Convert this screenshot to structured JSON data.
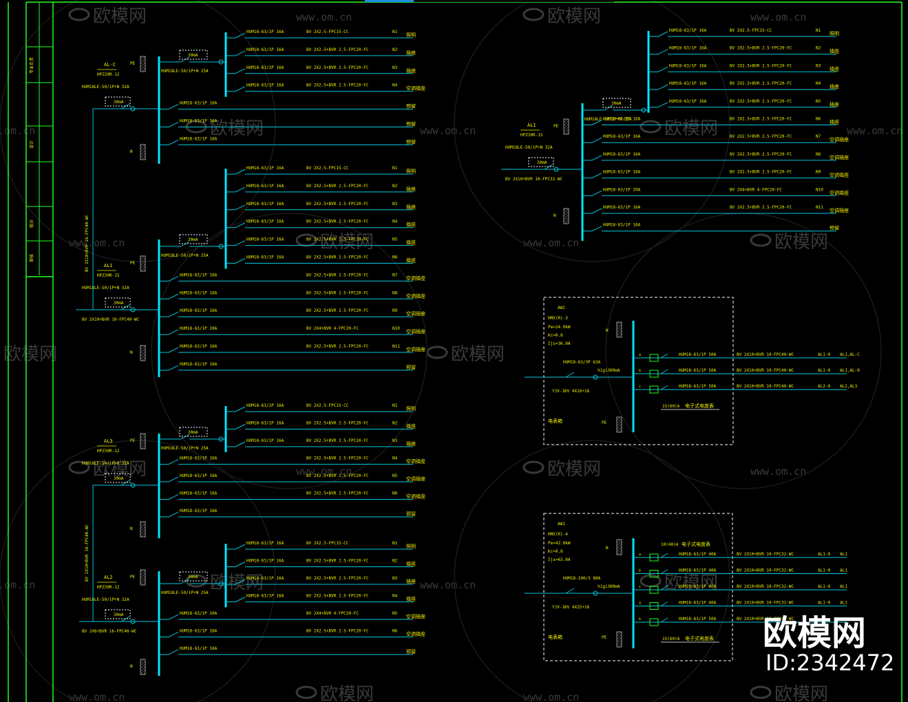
{
  "colors": {
    "background": "#000000",
    "frame": "#22ff22",
    "bus": "#00e5ff",
    "line": "#00c8e0",
    "text": "#f0f000",
    "pe_block": "#999999",
    "watermark": "#3a3a3a",
    "dashed_box": "#ffffff"
  },
  "title_block": {
    "cells": [
      "专业负责",
      "设计",
      "校对",
      "审核"
    ]
  },
  "watermark": {
    "brand": "欧模网",
    "url": "www.om.cn"
  },
  "corner_brand": {
    "name": "欧模网",
    "id": "ID:2342472"
  },
  "panels": [
    {
      "name": "AL-C",
      "model": "HPZ20R-12",
      "main_breaker": "HUM18LE-50/1P+N 32A",
      "rcd": "30mA",
      "incoming_cable": "",
      "rcd_breaker": "HUM18LE-50/1P+N 25A",
      "circuits": [
        {
          "breaker": "HUM18-63/1P 16A",
          "cable": "BV 2X2.5-FPC15-CC",
          "no": "N1",
          "load": "照明"
        },
        {
          "breaker": "HUM18-63/1P 16A",
          "cable": "BV 2X2.5+BVR 2.5-FPC20-FC",
          "no": "N2",
          "load": "插座"
        },
        {
          "breaker": "HUM18-63/1P 16A",
          "cable": "BV 2X2.5+BVR 2.5-FPC20-FC",
          "no": "N3",
          "load": "插座"
        },
        {
          "breaker": "HUM18-63/1P 16A",
          "cable": "BV 2X2.5+BVR 2.5-FPC20-FC",
          "no": "N4",
          "load": "空调插座"
        },
        {
          "breaker": "HUM18-63/1P 16A",
          "cable": "",
          "no": "",
          "load": "预留"
        },
        {
          "breaker": "HUM18-63/1P 16A",
          "cable": "",
          "no": "",
          "load": "预留"
        },
        {
          "breaker": "HUM18-63/1P 16A",
          "cable": "",
          "no": "",
          "load": "预留"
        }
      ]
    },
    {
      "name": "AL1",
      "model": "HPZ30R-15",
      "main_breaker": "HUM18LE-50/1P+N 32A",
      "rcd": "30mA",
      "incoming_cable": "BV 2X10+BVR 10-FPC40-WC",
      "rcd_breaker": "HUM18LE-50/1P+N 25A",
      "circuits": [
        {
          "breaker": "HUM18-63/1P 16A",
          "cable": "BV 2X2.5-FPC15-CC",
          "no": "N1",
          "load": "照明"
        },
        {
          "breaker": "HUM18-63/1P 16A",
          "cable": "BV 2X2.5+BVR 2.5-FPC20-FC",
          "no": "N2",
          "load": "插座"
        },
        {
          "breaker": "HUM18-63/1P 16A",
          "cable": "BV 2X2.5+BVR 2.5-FPC20-FC",
          "no": "N3",
          "load": "插座"
        },
        {
          "breaker": "HUM18-63/1P 16A",
          "cable": "BV 2X2.5+BVR 2.5-FPC20-FC",
          "no": "N4",
          "load": "插座"
        },
        {
          "breaker": "HUM18-63/1P 16A",
          "cable": "BV 2X2.5+BVR 2.5-FPC20-FC",
          "no": "N5",
          "load": "插座"
        },
        {
          "breaker": "HUM18-63/1P 16A",
          "cable": "BV 2X2.5+BVR 2.5-FPC20-FC",
          "no": "N6",
          "load": "插座"
        },
        {
          "breaker": "HUM18-63/1P 16A",
          "cable": "BV 2X2.5+BVR 2.5-FPC20-FC",
          "no": "N7",
          "load": "空调插座"
        },
        {
          "breaker": "HUM18-63/1P 16A",
          "cable": "BV 2X2.5+BVR 2.5-FPC20-FC",
          "no": "N8",
          "load": "空调插座"
        },
        {
          "breaker": "HUM18-63/1P 16A",
          "cable": "BV 2X2.5+BVR 2.5-FPC20-FC",
          "no": "N9",
          "load": "空调插座"
        },
        {
          "breaker": "HUM18-63/1P 20A",
          "cable": "BV 2X4+BVR 4-FPC20-FC",
          "no": "N10",
          "load": "空调插座"
        },
        {
          "breaker": "HUM18-63/1P 16A",
          "cable": "BV 2X2.5+BVR 2.5-FPC20-FC",
          "no": "N11",
          "load": "空调插座"
        },
        {
          "breaker": "HUM18-63/1P 16A",
          "cable": "",
          "no": "",
          "load": "预留"
        }
      ]
    },
    {
      "name": "AL3",
      "model": "HPZ30R-12",
      "main_breaker": "HUM18LE-50/1P+N 32A",
      "rcd": "30mA",
      "incoming_cable": "",
      "rcd_breaker": "HUM18LE-50/1P+N 25A",
      "circuits": [
        {
          "breaker": "HUM18-63/1P 16A",
          "cable": "BV 2X2.5-FPC15-CC",
          "no": "N1",
          "load": "照明"
        },
        {
          "breaker": "HUM18-63/1P 16A",
          "cable": "BV 2X2.5+BVR 2.5-FPC20-FC",
          "no": "N2",
          "load": "插座"
        },
        {
          "breaker": "HUM18-63/1P 16A",
          "cable": "BV 2X2.5+BVR 2.5-FPC20-FC",
          "no": "N3",
          "load": "插座"
        },
        {
          "breaker": "HUM18-63/1P 16A",
          "cable": "BV 2X2.5+BVR 2.5-FPC20-FC",
          "no": "N4",
          "load": "空调插座"
        },
        {
          "breaker": "HUM18-63/1P 16A",
          "cable": "BV 2X2.5+BVR 2.5-FPC20-FC",
          "no": "N5",
          "load": "空调插座"
        },
        {
          "breaker": "HUM18-63/1P 16A",
          "cable": "BV 2X2.5+BVR 2.5-FPC20-FC",
          "no": "N6",
          "load": "空调插座"
        },
        {
          "breaker": "HUM18-63/1P 16A",
          "cable": "",
          "no": "",
          "load": "预留"
        }
      ]
    },
    {
      "name": "AL2",
      "model": "HPZ30R-12",
      "main_breaker": "HUM18LE-50/1P+N 32A",
      "rcd": "30mA",
      "incoming_cable": "BV 2X6+BVR 16-FPC40-WC",
      "rcd_breaker": "HUM18LE-50/1P+N 25A",
      "circuits": [
        {
          "breaker": "HUM18-63/1P 16A",
          "cable": "BV 2X2.5-FPC15-CC",
          "no": "N1",
          "load": "照明"
        },
        {
          "breaker": "HUM18-63/1P 16A",
          "cable": "BV 2X2.5+BVR 2.5-FPC20-FC",
          "no": "N2",
          "load": "插座"
        },
        {
          "breaker": "HUM18-63/1P 16A",
          "cable": "BV 2X2.5+BVR 2.5-FPC20-FC",
          "no": "N3",
          "load": "插座"
        },
        {
          "breaker": "HUM18-63/1P 16A",
          "cable": "BV 2X2.5+BVR 2.5-FPC20-FC",
          "no": "N4",
          "load": "插座"
        },
        {
          "breaker": "HUM18-63/1P 20A",
          "cable": "BV 2X4+BVR 4-FPC20-FC",
          "no": "N5",
          "load": "空调插座"
        },
        {
          "breaker": "HUM18-63/1P 16A",
          "cable": "BV 2X2.5+BVR 2.5-FPC20-FC",
          "no": "N6",
          "load": "空调插座"
        },
        {
          "breaker": "HUM18-63/1P 16A",
          "cable": "",
          "no": "",
          "load": "预留"
        }
      ]
    },
    {
      "name": "AL1",
      "model": "HPZ30R-15",
      "main_breaker": "HUM18LE-50/1P+N 32A",
      "rcd": "30mA",
      "incoming_cable": "BV 2X10+BVR 10-FPC32-WC",
      "rcd_breaker": "HUM18LE-50/1P+N 25A",
      "circuits": [
        {
          "breaker": "HUM18-63/1P 16A",
          "cable": "BV 2X2.5-FPC15-CC",
          "no": "N1",
          "load": "照明"
        },
        {
          "breaker": "HUM18-63/1P 16A",
          "cable": "BV 2X2.5+BVR 2.5-FPC20-FC",
          "no": "N2",
          "load": "插座"
        },
        {
          "breaker": "HUM18-63/1P 16A",
          "cable": "BV 2X2.5+BVR 2.5-FPC20-FC",
          "no": "N3",
          "load": "插座"
        },
        {
          "breaker": "HUM18-63/1P 16A",
          "cable": "BV 2X2.5+BVR 2.5-FPC20-FC",
          "no": "N4",
          "load": "插座"
        },
        {
          "breaker": "HUM18-63/1P 16A",
          "cable": "BV 2X2.5+BVR 2.5-FPC20-FC",
          "no": "N5",
          "load": "插座"
        },
        {
          "breaker": "HUM18-63/1P 16A",
          "cable": "BV 2X2.5+BVR 2.5-FPC20-FC",
          "no": "N6",
          "load": "插座"
        },
        {
          "breaker": "HUM18-63/1P 16A",
          "cable": "BV 2X2.5+BVR 2.5-FPC20-FC",
          "no": "N7",
          "load": "空调插座"
        },
        {
          "breaker": "HUM18-63/1P 16A",
          "cable": "BV 2X2.5+BVR 2.5-FPC20-FC",
          "no": "N8",
          "load": "空调插座"
        },
        {
          "breaker": "HUM18-63/1P 16A",
          "cable": "BV 2X2.5+BVR 2.5-FPC20-FC",
          "no": "N9",
          "load": "空调插座"
        },
        {
          "breaker": "HUM18-63/1P 20A",
          "cable": "BV 2X4+BVR 4-FPC20-FC",
          "no": "N10",
          "load": "空调插座"
        },
        {
          "breaker": "HUM18-63/1P 16A",
          "cable": "BV 2X2.5+BVR 2.5-FPC20-FC",
          "no": "N11",
          "load": "空调插座"
        },
        {
          "breaker": "HUM18-63/1P 16A",
          "cable": "",
          "no": "",
          "load": "预留"
        }
      ]
    }
  ],
  "meter_boxes": [
    {
      "name": "AW2",
      "model": "HMX(R)-3",
      "params": [
        "Pe=24.0kW",
        "Kc=0.8",
        "Ijs=36.0A"
      ],
      "main_breaker": "HUM18-63/3P 63A",
      "rcd": "Vigi300mA",
      "incoming_cable": "YJV-1KV 4X16+16",
      "source": "电表箱",
      "meter_header": "",
      "meter_range": "15(60)A",
      "meter_label": "电子式电度表",
      "outputs": [
        {
          "phase": "a",
          "breaker": "HUM18-63/1P 50A",
          "cable": "BV 2X10+BVR 10-FPC40-WC",
          "panel": "AL1-0",
          "dest": "AL1,AL-C"
        },
        {
          "phase": "b",
          "breaker": "HUM18-63/1P 50A",
          "cable": "BV 2X10+BVR 10-FPC40-WC",
          "panel": "AL1-0",
          "dest": "AL1,AL-0"
        },
        {
          "phase": "c",
          "breaker": "HUM18-63/1P 50A",
          "cable": "BV 2X10+BVR 10-FPC40-WC",
          "panel": "AL2-0",
          "dest": "AL2,AL3"
        }
      ]
    },
    {
      "name": "AW1",
      "model": "HMX(R)-4",
      "params": [
        "Pe=42.0kW",
        "Kc=0.8",
        "Ijs=63.0A"
      ],
      "main_breaker": "HUM18-100/3 80A",
      "rcd": "Vigi300mA",
      "incoming_cable": "YJV-1KV 4X25+16",
      "source": "电表箱",
      "meter_header": "10(40)A",
      "meter_header_label": "电子式电度表",
      "meter_range": "15(60)A",
      "meter_label": "电子式电度表",
      "outputs": [
        {
          "phase": "a",
          "breaker": "HUM18-63/1P 40A",
          "cable": "BV 2X10+BVR 10-FPC32-WC",
          "panel": "AL1-0",
          "dest": "AL1"
        },
        {
          "phase": "b",
          "breaker": "HUM18-63/1P 40A",
          "cable": "BV 2X10+BVR 10-FPC32-WC",
          "panel": "AL1-0",
          "dest": "AL1"
        },
        {
          "phase": "c",
          "breaker": "HUM18-63/1P 40A",
          "cable": "BV 2X10+BVR 10-FPC32-WC",
          "panel": "AL1-0",
          "dest": "AL1"
        },
        {
          "phase": "a",
          "breaker": "HUM18-63/1P 40A",
          "cable": "BV 2X10+BVR 10-FPC32-WC",
          "panel": "AL1-0",
          "dest": "AL1"
        },
        {
          "phase": "b",
          "breaker": "HUM18-63/1P 50A",
          "cable": "BV 2X10+BVR 16-FPC40-WC",
          "panel": "",
          "dest": ""
        }
      ]
    }
  ],
  "feeder_cables": [
    "BV 2X10+BVR 16-FPC40-WC",
    "BV 2X10+BVR 16-FPC40-WC"
  ],
  "labels": {
    "pe": "PE",
    "n": "N"
  }
}
